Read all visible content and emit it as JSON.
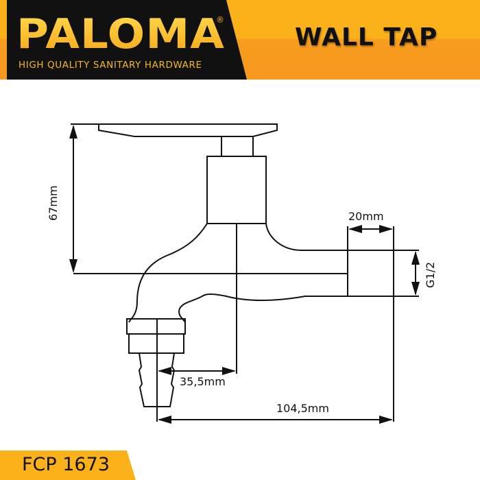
{
  "header": {
    "brand": "PALOMA",
    "registered_mark": "®",
    "tagline": "HIGH QUALITY SANITARY HARDWARE",
    "product_title": "WALL TAP",
    "colors": {
      "accent": "#fbb11a",
      "accent_dark": "#f7981f",
      "logo_bg": "#111111",
      "logo_text": "#fcc21b"
    }
  },
  "drawing": {
    "dimensions": {
      "height": "67mm",
      "inlet_length": "20mm",
      "thread": "G1/2",
      "spout_offset": "35,5mm",
      "total_length": "104,5mm"
    }
  },
  "footer": {
    "model_code": "FCP 1673"
  }
}
